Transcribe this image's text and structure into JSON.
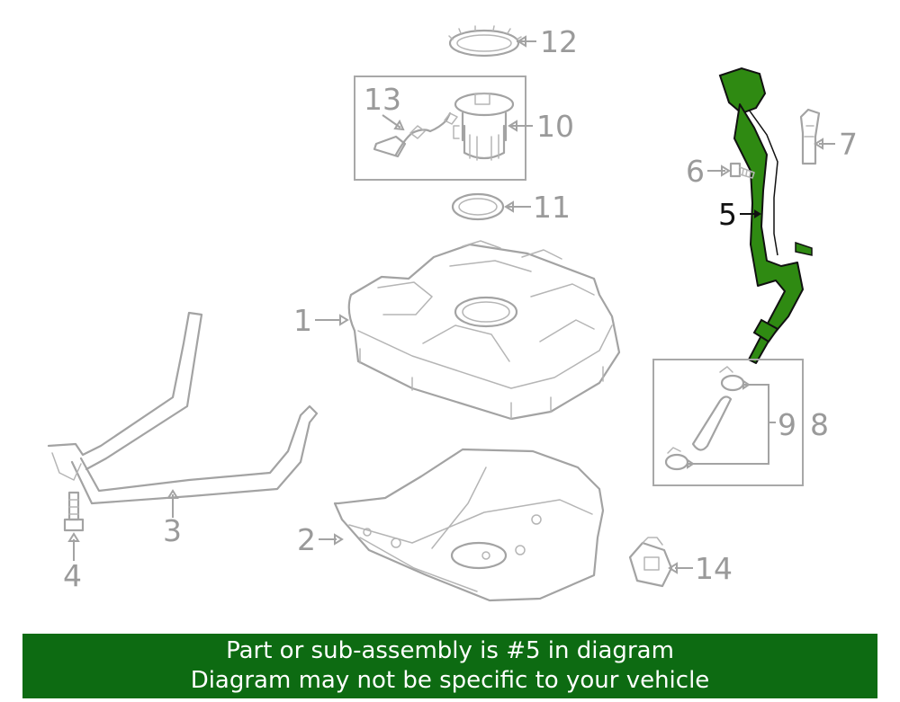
{
  "diagram": {
    "callouts": [
      "1",
      "2",
      "3",
      "4",
      "5",
      "6",
      "7",
      "8",
      "9",
      "10",
      "11",
      "12",
      "13",
      "14"
    ],
    "highlight_callout": "5",
    "highlight_color": "#2f8a12",
    "line_color": "#a3a3a3"
  },
  "banner": {
    "line1": "Part or sub-assembly is #5 in diagram",
    "line2": "Diagram may not be specific to your vehicle",
    "background": "#0d6b12"
  }
}
